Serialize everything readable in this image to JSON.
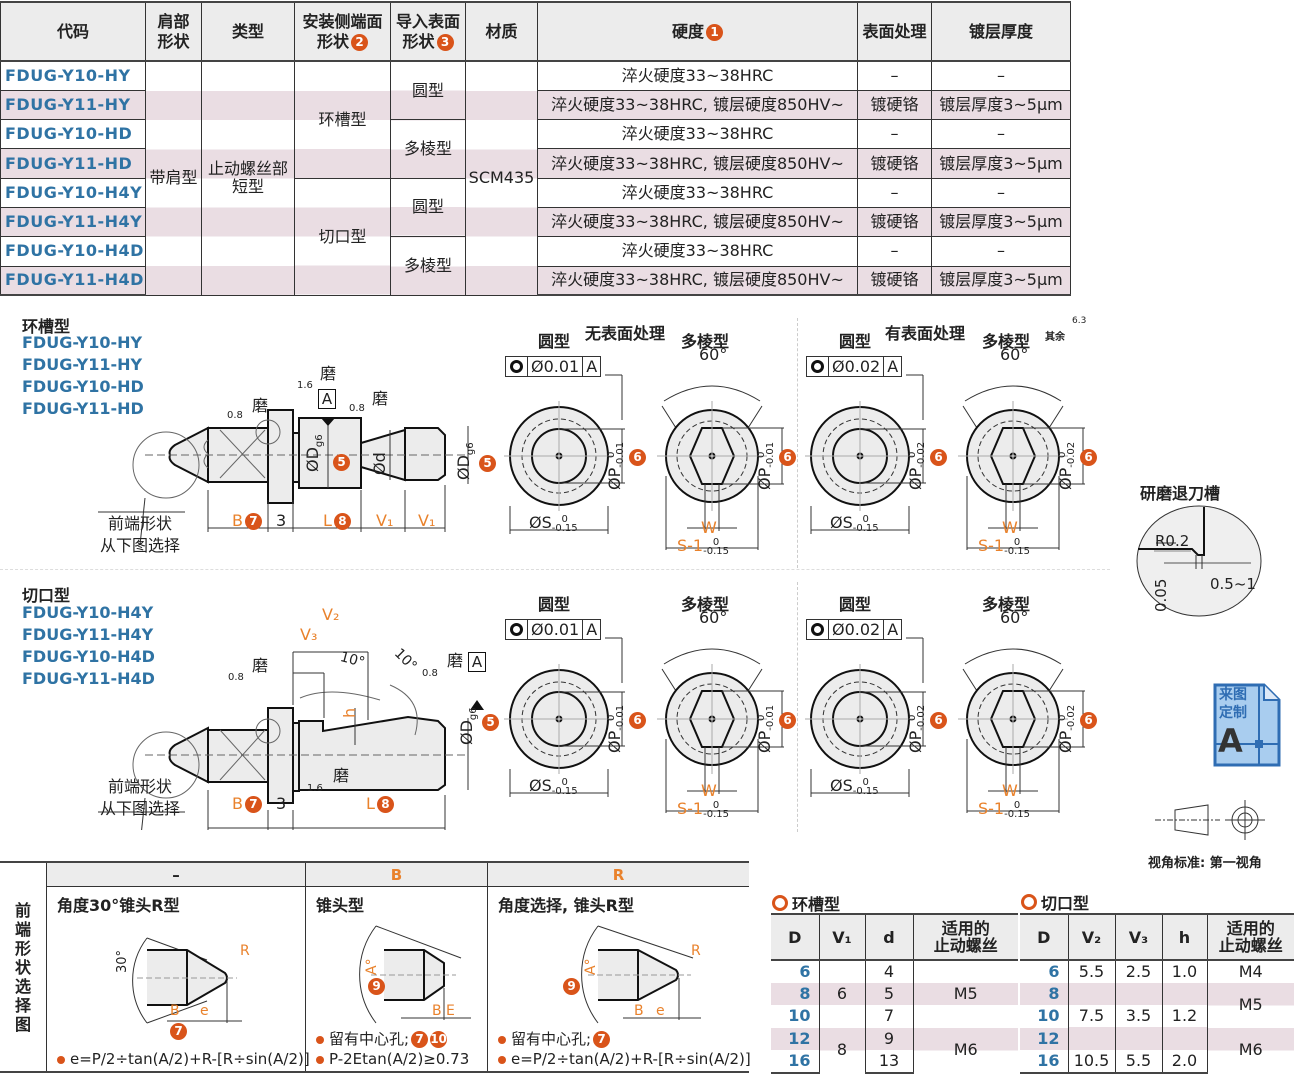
{
  "spec_table": {
    "headers": {
      "code": "代码",
      "shoulder": "肩部\n形状",
      "type": "类型",
      "install_end": "安装侧端面\n形状",
      "install_end_badge": "2",
      "guide_surface": "导入表面\n形状",
      "guide_surface_badge": "3",
      "material": "材质",
      "hardness": "硬度",
      "hardness_badge": "1",
      "surface_treatment": "表面处理",
      "plating_thickness": "镀层厚度"
    },
    "merged": {
      "shoulder": "带肩型",
      "type_line1": "止动螺丝部",
      "type_line2": "短型",
      "install_groove": "环槽型",
      "install_cut": "切口型",
      "guide_round": "圆型",
      "guide_poly": "多棱型",
      "material": "SCM435"
    },
    "rows": [
      {
        "code": "FDUG-Y10-HY",
        "hardness": "淬火硬度33~38HRC",
        "surface": "–",
        "thickness": "–"
      },
      {
        "code": "FDUG-Y11-HY",
        "hardness": "淬火硬度33~38HRC, 镀层硬度850HV~",
        "surface": "镀硬铬",
        "thickness": "镀层厚度3~5μm"
      },
      {
        "code": "FDUG-Y10-HD",
        "hardness": "淬火硬度33~38HRC",
        "surface": "–",
        "thickness": "–"
      },
      {
        "code": "FDUG-Y11-HD",
        "hardness": "淬火硬度33~38HRC, 镀层硬度850HV~",
        "surface": "镀硬铬",
        "thickness": "镀层厚度3~5μm"
      },
      {
        "code": "FDUG-Y10-H4Y",
        "hardness": "淬火硬度33~38HRC",
        "surface": "–",
        "thickness": "–"
      },
      {
        "code": "FDUG-Y11-H4Y",
        "hardness": "淬火硬度33~38HRC, 镀层硬度850HV~",
        "surface": "镀硬铬",
        "thickness": "镀层厚度3~5μm"
      },
      {
        "code": "FDUG-Y10-H4D",
        "hardness": "淬火硬度33~38HRC",
        "surface": "–",
        "thickness": "–"
      },
      {
        "code": "FDUG-Y11-H4D",
        "hardness": "淬火硬度33~38HRC, 镀层硬度850HV~",
        "surface": "镀硬铬",
        "thickness": "镀层厚度3~5μm"
      }
    ]
  },
  "drawing_groove": {
    "title": "环槽型",
    "codes": [
      "FDUG-Y10-HY",
      "FDUG-Y11-HY",
      "FDUG-Y10-HD",
      "FDUG-Y11-HD"
    ],
    "grind": "磨",
    "roughness_08": "0.8",
    "roughness_16": "1.6",
    "datum": "A",
    "front_shape_line1": "前端形状",
    "front_shape_line2": "从下图选择",
    "dim_B": "B",
    "badge_7": "7",
    "dim_3": "3",
    "dim_L": "L",
    "badge_8": "8",
    "dim_V1": "V₁",
    "dim_D": "ØD",
    "dim_D_tol": "g6",
    "badge_5": "5",
    "dim_d": "Ød"
  },
  "drawing_cut": {
    "title": "切口型",
    "codes": [
      "FDUG-Y10-H4Y",
      "FDUG-Y11-H4Y",
      "FDUG-Y10-H4D",
      "FDUG-Y11-H4D"
    ],
    "dim_V2": "V₂",
    "dim_V3": "V₃",
    "angle": "10°",
    "dim_h": "h"
  },
  "end_views": {
    "no_treatment": "无表面处理",
    "with_treatment": "有表面处理",
    "round": "圆型",
    "poly": "多棱型",
    "tol_001": "Ø0.01",
    "tol_002": "Ø0.02",
    "datum": "A",
    "angle60": "60°",
    "dim_S": "ØS",
    "dim_S_tol_upper": "0",
    "dim_S_tol_lower": "-0.15",
    "dim_S1": "S-1",
    "dim_P": "ØP",
    "dim_P_tol_upper": "0",
    "dim_P_tol_lower_001": "-0.01",
    "dim_P_tol_lower_002": "-0.02",
    "dim_W": "W",
    "badge_6": "6",
    "rest_label": "其余",
    "rest_roughness": "6.3"
  },
  "groove_detail": {
    "title": "研磨退刀槽",
    "radius": "R0.2",
    "depth": "0.05",
    "width": "0.5~1"
  },
  "custom_badge": {
    "line1": "来图",
    "line2": "定制",
    "letter": "A"
  },
  "projection": {
    "label": "视角标准: 第一视角"
  },
  "front_shapes": {
    "side_label": [
      "前",
      "端",
      "形",
      "状",
      "选",
      "择",
      "图"
    ],
    "columns": [
      {
        "code": "–",
        "name": "角度30°锥头R型",
        "angle": "30°",
        "notes": [
          "e=P/2÷tan(A/2)+R-[R÷sin(A/2)]"
        ],
        "badges": [
          "7"
        ]
      },
      {
        "code": "B",
        "name": "锥头型",
        "angle": "A°",
        "notes": [
          "留有中心孔;",
          "P-2Etan(A/2)≥0.73"
        ],
        "badges": [
          "7",
          "10"
        ]
      },
      {
        "code": "R",
        "name": "角度选择, 锥头R型",
        "angle": "A°",
        "notes": [
          "留有中心孔;",
          "e=P/2÷tan(A/2)+R-[R÷sin(A/2)]"
        ],
        "badges": [
          "7"
        ]
      }
    ],
    "labels": {
      "B": "B",
      "e": "e",
      "E": "E",
      "R": "R",
      "badge9": "9"
    }
  },
  "groove_table": {
    "title": "环槽型",
    "headers": [
      "D",
      "V₁",
      "d",
      "适用的\n止动螺丝"
    ],
    "D": [
      "6",
      "8",
      "10",
      "12",
      "16"
    ],
    "V1": [
      "6",
      "8"
    ],
    "d": [
      "4",
      "5",
      "7",
      "9",
      "13"
    ],
    "screw": [
      "M5",
      "M6"
    ]
  },
  "cut_table": {
    "title": "切口型",
    "headers": [
      "D",
      "V₂",
      "V₃",
      "h",
      "适用的\n止动螺丝"
    ],
    "D": [
      "6",
      "8",
      "10",
      "12",
      "16"
    ],
    "V2": [
      "5.5",
      "7.5",
      "10.5"
    ],
    "V3": [
      "2.5",
      "3.5",
      "5.5"
    ],
    "h": [
      "1.0",
      "1.2",
      "2.0"
    ],
    "screw": [
      "M4",
      "M5",
      "M6"
    ]
  }
}
